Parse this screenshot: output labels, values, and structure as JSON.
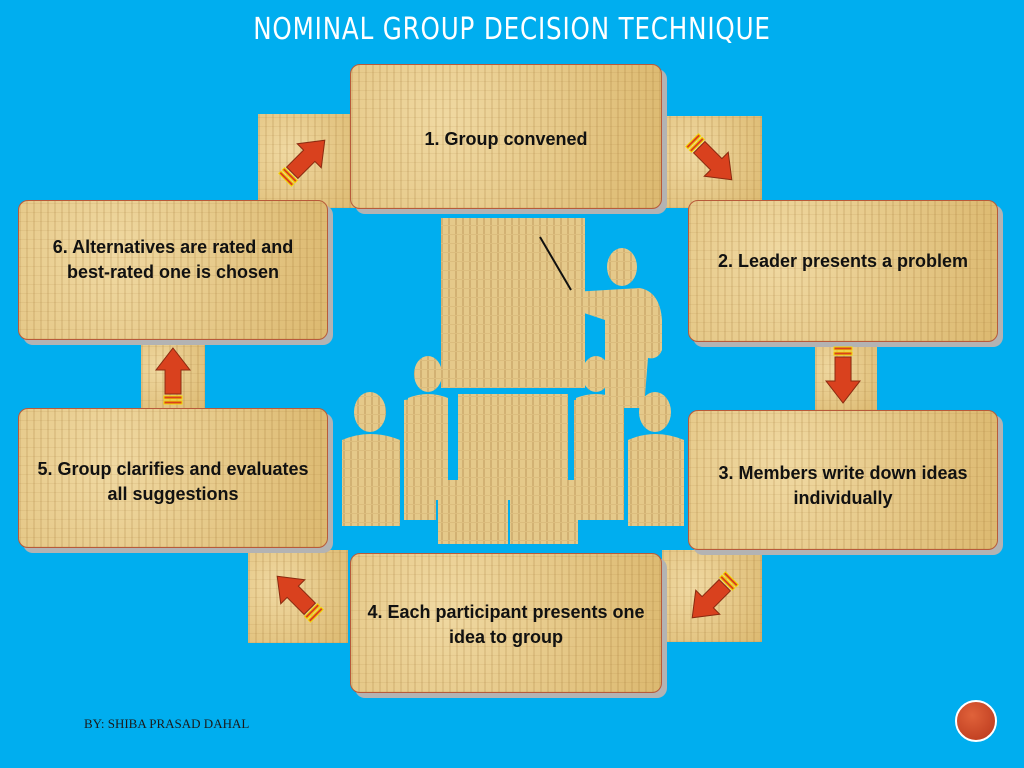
{
  "title": "NOMINAL GROUP DECISION TECHNIQUE",
  "steps": [
    {
      "label": "1. Group convened"
    },
    {
      "label": "2. Leader presents a problem"
    },
    {
      "label": "3. Members write down ideas individually"
    },
    {
      "label": "4. Each participant presents one idea     to group"
    },
    {
      "label": "5. Group clarifies and evaluates all suggestions"
    },
    {
      "label": "6. Alternatives are rated and best-rated one is chosen"
    }
  ],
  "footer": "BY: SHIBA PRASAD DAHAL",
  "colors": {
    "background": "#00aeef",
    "arrow": "#d9411e",
    "arrow_stripe": "#f5d800",
    "box_border": "#b85a3a"
  },
  "icons": [
    "arrow-icon",
    "presenter-figure",
    "audience-figure"
  ]
}
